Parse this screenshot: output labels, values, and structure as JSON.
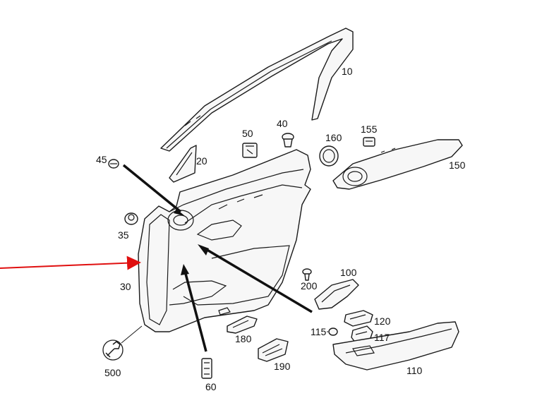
{
  "callouts": {
    "c10": "10",
    "c20": "20",
    "c30": "30",
    "c35": "35",
    "c40": "40",
    "c45": "45",
    "c50": "50",
    "c60": "60",
    "c100": "100",
    "c110": "110",
    "c115": "115",
    "c117": "117",
    "c120": "120",
    "c150": "150",
    "c155": "155",
    "c160": "160",
    "c180": "180",
    "c190": "190",
    "c200": "200",
    "c500": "500"
  },
  "colors": {
    "line": "#1a1a1a",
    "part_fill": "#f7f7f7",
    "indicator_arrow": "#e01010"
  },
  "icons": {
    "tool": "wrench-icon"
  }
}
